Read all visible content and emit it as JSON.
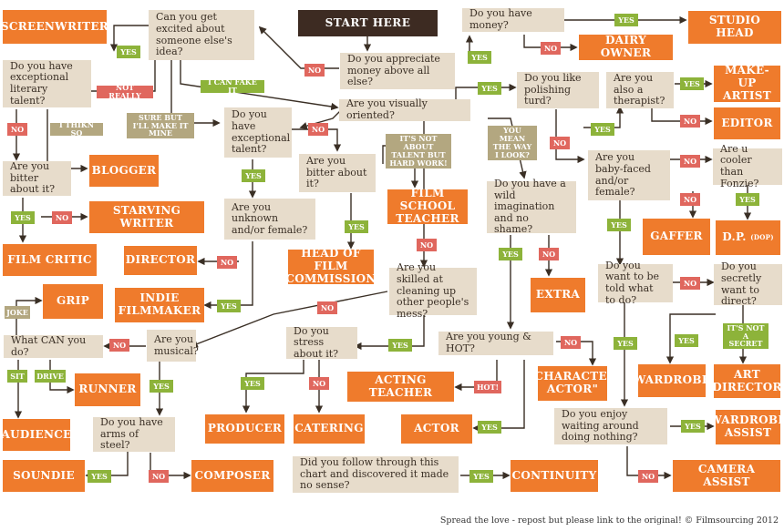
{
  "start": "START HERE",
  "questions": {
    "money_appreciation": "Do you appreciate money above all else?",
    "have_money": "Do you have money?",
    "excited_idea": "Can you get excited about someone else's idea?",
    "literary_talent": "Do you have exceptional literary talent?",
    "bitter_1": "Are you bitter about it?",
    "visually_oriented": "Are you visually oriented?",
    "exceptional_talent": "Do you have exceptional talent?",
    "bitter_2": "Are you bitter about it?",
    "unknown_female": "Are you unknown and/or female?",
    "polishing": "Do you like polishing turd?",
    "therapist": "Are you also a therapist?",
    "baby_faced": "Are you baby-faced and/or female?",
    "cooler_fonzie": "Are u cooler than Fonzie?",
    "wild_imagination": "Do you have a wild imagination and no shame?",
    "cleaning_up": "Are you skilled at cleaning up other people's mess?",
    "told_what": "Do you want to be told what to do?",
    "secretly_direct": "Do you secretly want to direct?",
    "musical": "Are you musical?",
    "what_can_do": "What CAN you do?",
    "stress": "Do you stress about it?",
    "young_hot": "Are you young & HOT?",
    "arms_steel": "Do you have arms of steel?",
    "enjoy_waiting": "Do you enjoy waiting around doing nothing?",
    "follow_through": "Did you follow through this chart and discovered it made no sense?"
  },
  "outcomes": {
    "screenwriter": "SCREENWRITER",
    "studio_head": "STUDIO HEAD",
    "dairy_owner": "DAIRY OWNER",
    "makeup_artist": "MAKE-UP ARTIST",
    "editor": "EDITOR",
    "blogger": "BLOGGER",
    "starving_writer": "STARVING WRITER",
    "film_critic": "FILM CRITIC",
    "film_school_teacher": "FILM SCHOOL TEACHER",
    "gaffer": "GAFFER",
    "dp": "D.P.",
    "dp_note": "(DOP)",
    "director": "DIRECTOR",
    "head_film_commission": "HEAD OF FILM COMMISSION",
    "extra": "EXTRA",
    "grip": "GRIP",
    "indie_filmmaker": "INDIE FILMMAKER",
    "runner": "RUNNER",
    "audience": "AUDIENCE",
    "wardrobe": "WARDROBE",
    "art_director": "ART DIRECTOR",
    "character_actor": "\"CHARACTER ACTOR\"",
    "acting_teacher": "ACTING TEACHER",
    "producer": "PRODUCER",
    "catering": "CATERING",
    "actor": "ACTOR",
    "wardrobe_assist": "WARDROBE ASSIST",
    "soundie": "SOUNDIE",
    "composer": "COMPOSER",
    "continuity": "CONTINUITY",
    "camera_assist": "CAMERA ASSIST"
  },
  "labels": {
    "yes": "YES",
    "no": "NO",
    "not_really": "NOT REALLY",
    "i_can_fake_it": "I CAN FAKE IT",
    "i_thikn_so": "I THIKN SO",
    "sure_but": "SURE BUT I'LL MAKE IT MINE",
    "not_about_talent": "IT'S NOT ABOUT TALENT BUT HARD WORK!",
    "you_mean": "YOU MEAN THE WAY I LOOK?",
    "joke": "JOKE",
    "sit": "SIT",
    "drive": "DRIVE",
    "hot": "HOT!",
    "not_a_secret": "IT'S NOT A SECRET"
  },
  "footer": "Spread the love - repost but please link to the original! © Filmsourcing 2012",
  "colors": {
    "question": "#e7dccb",
    "outcome": "#ef7b2c",
    "start": "#3d2b22",
    "yes": "#8db33a",
    "no": "#e0675e",
    "other": "#b3a780",
    "line": "#3a2f25"
  }
}
